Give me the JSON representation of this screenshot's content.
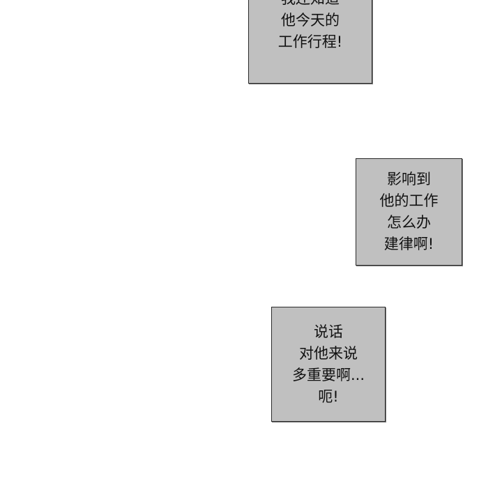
{
  "speech_boxes": [
    {
      "lines": [
        "我还知道",
        "他今天的",
        "工作行程!"
      ]
    },
    {
      "lines": [
        "影响到",
        "他的工作",
        "怎么办",
        "建律啊!"
      ]
    },
    {
      "lines": [
        "说话",
        "对他来说",
        "多重要啊...",
        "呃!"
      ]
    }
  ],
  "colors": {
    "background": "#ffffff",
    "box_fill": "#c0c0c0",
    "box_border": "#2a2a2a"
  }
}
